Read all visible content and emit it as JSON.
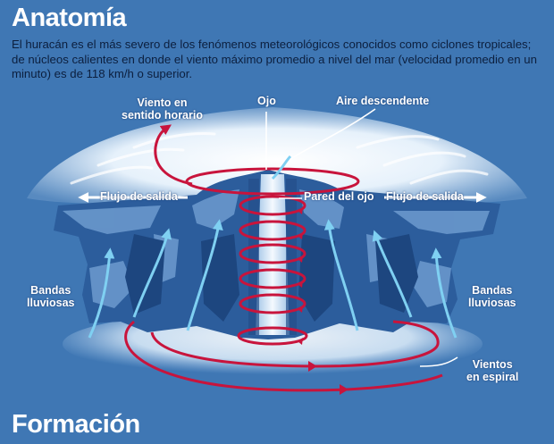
{
  "header": {
    "title": "Anatomía",
    "intro": "El huracán es el más severo de los fenómenos meteorológicos conocidos como ciclones tropicales; de núcleos calientes en donde el viento máximo promedio a nivel del mar (velocidad promedio en un minuto) es de 118 km/h o superior."
  },
  "labels": {
    "wind_clockwise_1": "Viento en",
    "wind_clockwise_2": "sentido horario",
    "eye": "Ojo",
    "descending_air": "Aire descendente",
    "outflow_left": "Flujo de salida",
    "eye_wall": "Pared del ojo",
    "outflow_right": "Flujo de salida",
    "rain_bands_left_1": "Bandas",
    "rain_bands_left_2": "lluviosas",
    "rain_bands_right_1": "Bandas",
    "rain_bands_right_2": "lluviosas",
    "spiral_winds_1": "Vientos",
    "spiral_winds_2": "en espiral"
  },
  "footer": {
    "title": "Formación"
  },
  "colors": {
    "background": "#3f77b4",
    "cloud_dark": "#1f4e8c",
    "cloud_light": "#8fb6de",
    "wind_red": "#c8143c",
    "updraft_blue": "#7fd0f2"
  }
}
